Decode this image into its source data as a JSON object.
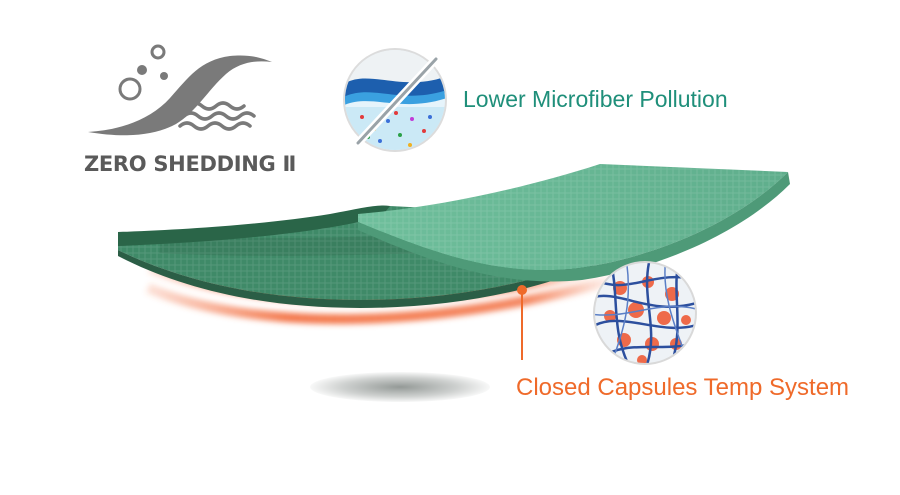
{
  "logo": {
    "text": "ZERO SHEDDING Ⅱ"
  },
  "features": {
    "microfiber": {
      "label": "Lower Microfiber Pollution",
      "icon": "no-microfiber-icon"
    },
    "capsules": {
      "label": "Closed Capsules Temp System",
      "icon": "capsule-network-icon"
    }
  },
  "colors": {
    "teal_text": "#1f8f7a",
    "orange_text": "#ef6a2a",
    "fabric_dark": "#2f6e4f",
    "fabric_light": "#6fbf9c",
    "logo_gray": "#5a5a5a"
  }
}
